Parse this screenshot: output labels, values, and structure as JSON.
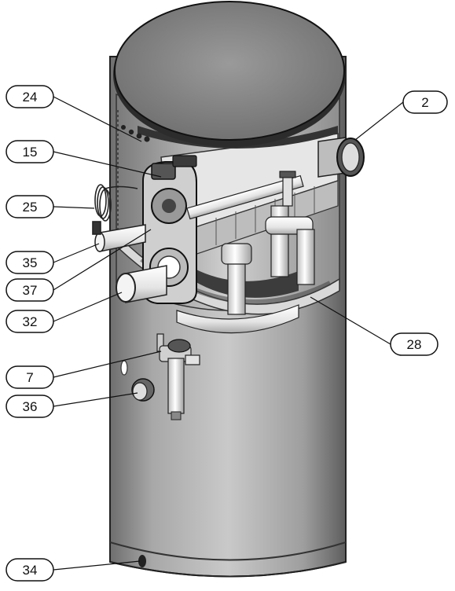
{
  "callouts": [
    {
      "id": "24",
      "label": "24"
    },
    {
      "id": "2",
      "label": "2"
    },
    {
      "id": "15",
      "label": "15"
    },
    {
      "id": "25",
      "label": "25"
    },
    {
      "id": "35",
      "label": "35"
    },
    {
      "id": "37",
      "label": "37"
    },
    {
      "id": "32",
      "label": "32"
    },
    {
      "id": "28",
      "label": "28"
    },
    {
      "id": "7",
      "label": "7"
    },
    {
      "id": "36",
      "label": "36"
    },
    {
      "id": "34",
      "label": "34"
    }
  ],
  "colors": {
    "tank_body": "#b4b4b4",
    "tank_dark": "#5a5a5a",
    "top_cover": "#8a8a8a",
    "outline": "#222222",
    "pipe_white": "#f2f2f2"
  }
}
